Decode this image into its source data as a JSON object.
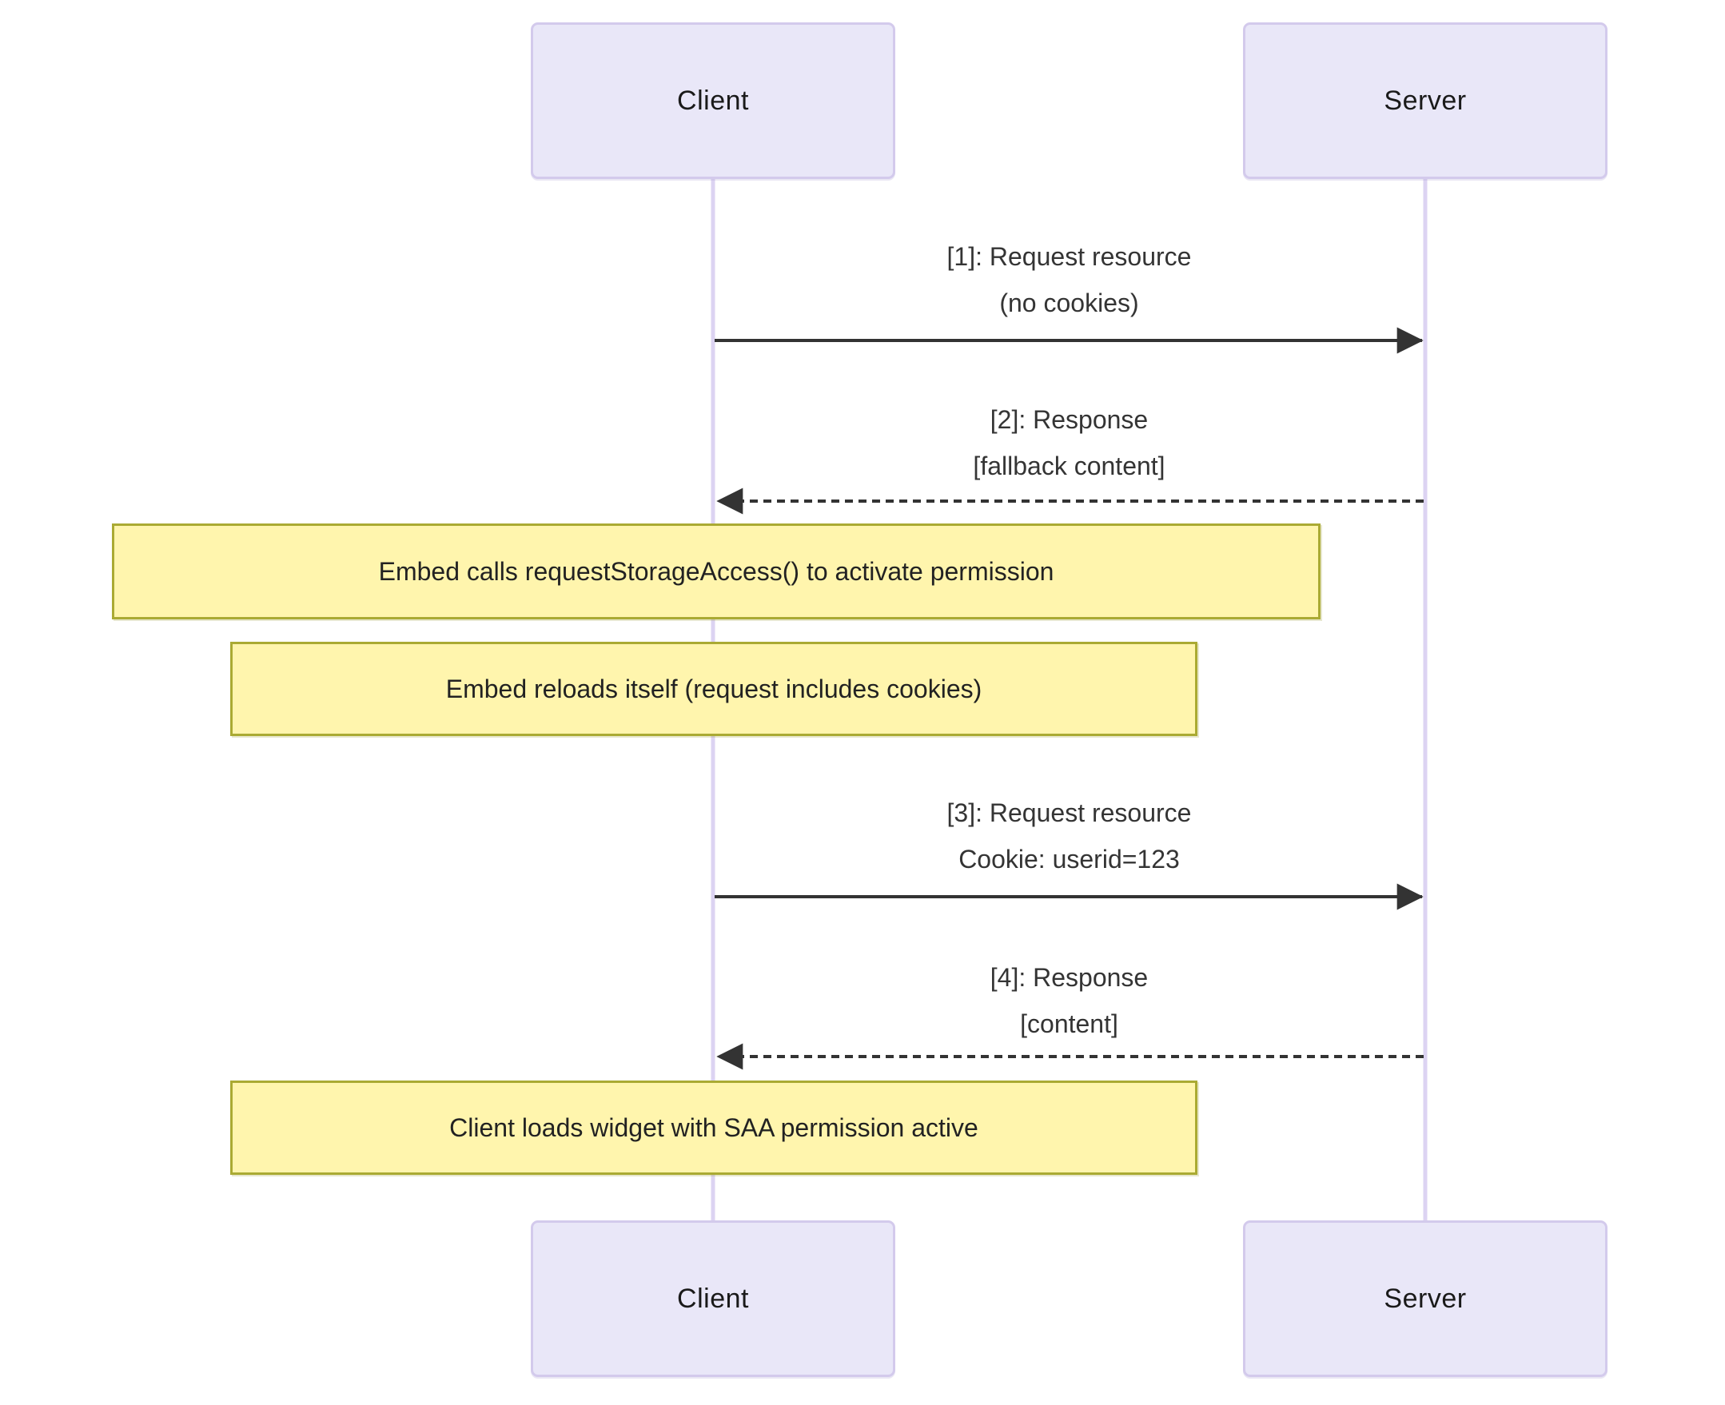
{
  "diagram": {
    "type": "sequence",
    "actors": {
      "client": {
        "label": "Client"
      },
      "server": {
        "label": "Server"
      }
    },
    "messages": [
      {
        "from": "client",
        "to": "server",
        "style": "solid",
        "lines": [
          "[1]: Request resource",
          "(no cookies)"
        ]
      },
      {
        "from": "server",
        "to": "client",
        "style": "dotted",
        "lines": [
          "[2]: Response",
          "[fallback content]"
        ]
      },
      {
        "from": "client",
        "to": "server",
        "style": "solid",
        "lines": [
          "[3]: Request resource",
          "Cookie: userid=123"
        ]
      },
      {
        "from": "server",
        "to": "client",
        "style": "dotted",
        "lines": [
          "[4]: Response",
          "[content]"
        ]
      }
    ],
    "notes": [
      {
        "over": "client",
        "text": "Embed calls requestStorageAccess() to activate permission"
      },
      {
        "over": "client",
        "text": "Embed reloads itself (request includes cookies)"
      },
      {
        "over": "client",
        "text": "Client loads widget with SAA permission active"
      }
    ],
    "colors": {
      "actor_fill": "#E9E7F8",
      "actor_border": "#D3CAEC",
      "lifeline": "#DCD3F2",
      "note_fill": "#FFF5AD",
      "note_border": "#AAAA33",
      "arrow": "#333333",
      "text": "#343434",
      "background": "#FFFFFF"
    }
  }
}
